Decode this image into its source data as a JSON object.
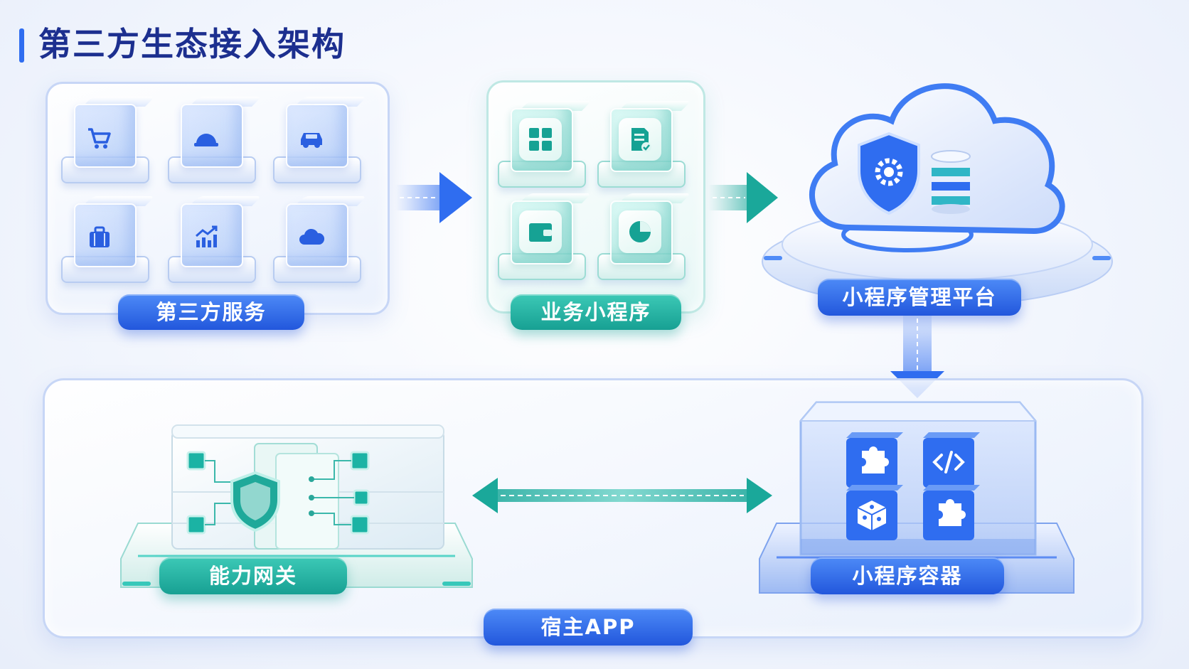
{
  "title": "第三方生态接入架构",
  "nodes": {
    "third_party_services": "第三方服务",
    "business_mini_programs": "业务小程序",
    "mini_program_mgmt": "小程序管理平台",
    "capability_gateway": "能力网关",
    "mini_program_container": "小程序容器",
    "host_app": "宿主APP"
  },
  "icons": {
    "third_party": [
      "cart-icon",
      "helmet-icon",
      "car-icon",
      "suitcase-icon",
      "growth-chart-icon",
      "cloud-icon"
    ],
    "business": [
      "app-grid-icon",
      "document-check-icon",
      "wallet-icon",
      "pie-chart-icon"
    ],
    "container": [
      "puzzle-icon",
      "code-icon",
      "dice-icon",
      "puzzle-icon"
    ]
  },
  "colors": {
    "title": "#1c2f8f",
    "accent_blue": "#2f6df0",
    "accent_teal": "#1aa89a",
    "panel_border": "#c7d6f6"
  }
}
